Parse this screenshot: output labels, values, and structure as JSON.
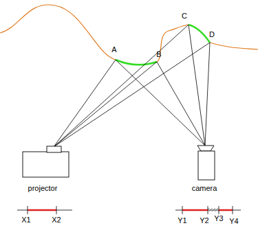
{
  "diagram": {
    "labels": [
      "A",
      "B",
      "C",
      "D",
      "projector",
      "camera",
      "X1",
      "X2",
      "Y1",
      "Y2",
      "Y3",
      "Y4"
    ]
  }
}
